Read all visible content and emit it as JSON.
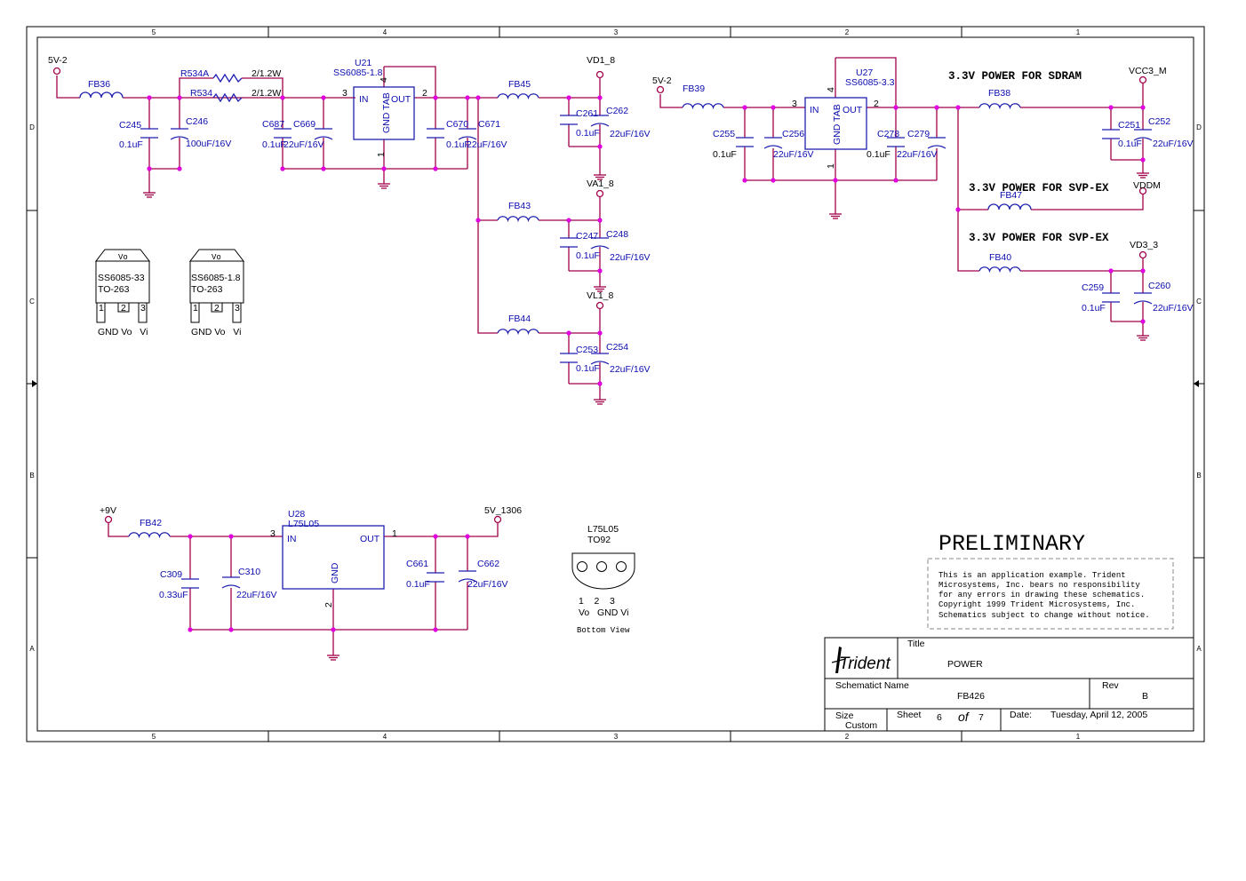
{
  "border": {
    "columns": [
      "5",
      "4",
      "3",
      "2",
      "1"
    ],
    "rows": [
      "D",
      "C",
      "B",
      "A"
    ]
  },
  "nets": {
    "in_5v_left": "5V-2",
    "vd1_8": "VD1_8",
    "va1_8": "VA1_8",
    "vl1_8": "VL1_8",
    "in_5v_right": "5V-2",
    "vcc3_m": "VCC3_M",
    "vddm": "VDDM",
    "vd3_3": "VD3_3",
    "in_9v": "+9V",
    "out_5v": "5V_1306"
  },
  "headings": {
    "sdram": "3.3V POWER FOR SDRAM",
    "svp1": "3.3V POWER FOR SVP-EX",
    "svp2": "3.3V POWER FOR SVP-EX"
  },
  "regulators": {
    "u21": {
      "ref": "U21",
      "part": "SS6085-1.8",
      "in": "IN",
      "out": "OUT",
      "gnd": "GND TAB",
      "p1": "1",
      "p2": "2",
      "p3": "3",
      "p4": "4"
    },
    "u27": {
      "ref": "U27",
      "part": "SS6085-3.3",
      "in": "IN",
      "out": "OUT",
      "gnd": "GND TAB",
      "p1": "1",
      "p2": "2",
      "p3": "3",
      "p4": "4"
    },
    "u28": {
      "ref": "U28",
      "part": "L75L05",
      "in": "IN",
      "out": "OUT",
      "gnd": "GND",
      "p1": "1",
      "p2": "2",
      "p3": "3"
    }
  },
  "parts": {
    "fb36": "FB36",
    "r534a": "R534A",
    "r534a_v": "2/1.2W",
    "r534": "R534",
    "r534_v": "2/1.2W",
    "c245": "C245",
    "c245_v": "0.1uF",
    "c246": "C246",
    "c246_v": "100uF/16V",
    "c687": "C687",
    "c687_v": "0.1uF",
    "c669": "C669",
    "c669_v": "22uF/16V",
    "c670": "C670",
    "c670_v": "0.1uF",
    "c671": "C671",
    "c671_v": "22uF/16V",
    "fb45": "FB45",
    "c261": "C261",
    "c261_v": "0.1uF",
    "c262": "C262",
    "c262_v": "22uF/16V",
    "fb43": "FB43",
    "c247": "C247",
    "c247_v": "0.1uF",
    "c248": "C248",
    "c248_v": "22uF/16V",
    "fb44": "FB44",
    "c253": "C253",
    "c253_v": "0.1uF",
    "c254": "C254",
    "c254_v": "22uF/16V",
    "fb39": "FB39",
    "c255": "C255",
    "c255_v": "0.1uF",
    "c256": "C256",
    "c256_v": "22uF/16V",
    "c278": "C278",
    "c278_v": "0.1uF",
    "c279": "C279",
    "c279_v": "22uF/16V",
    "fb38": "FB38",
    "c251": "C251",
    "c251_v": "0.1uF",
    "c252": "C252",
    "c252_v": "22uF/16V",
    "fb47": "FB47",
    "fb40": "FB40",
    "c259": "C259",
    "c259_v": "0.1uF",
    "c260": "C260",
    "c260_v": "22uF/16V",
    "fb42": "FB42",
    "c309": "C309",
    "c309_v": "0.33uF",
    "c310": "C310",
    "c310_v": "22uF/16V",
    "c661": "C661",
    "c661_v": "0.1uF",
    "c662": "C662",
    "c662_v": "22uF/16V"
  },
  "packages": {
    "pkg1": {
      "tab": "Vo",
      "name": "SS6085-33",
      "pkg": "TO-263",
      "pins": [
        "1",
        "2",
        "3"
      ],
      "pin_names": "GND Vo   Vi"
    },
    "pkg2": {
      "tab": "Vo",
      "name": "SS6085-1.8",
      "pkg": "TO-263",
      "pins": [
        "1",
        "2",
        "3"
      ],
      "pin_names": "GND Vo   Vi"
    },
    "to92": {
      "name": "L75L05",
      "pkg": "TO92",
      "pins": "1    2    3",
      "pin_names": "Vo   GND Vi",
      "view": "Bottom View"
    }
  },
  "notice": {
    "heading": "PRELIMINARY",
    "lines": [
      "This is an application example.  Trident",
      "Microsystems, Inc. bears no responsibility",
      "for any errors in drawing these schematics.",
      "Copyright 1999 Trident Microsystems, Inc.",
      "Schematics subject to change without notice."
    ]
  },
  "title_block": {
    "logo": "Trident",
    "title_label": "Title",
    "title": "POWER",
    "schem_label": "Schematict Name",
    "schem": "FB426",
    "rev_label": "Rev",
    "rev": "B",
    "size_label": "Size",
    "size": "Custom",
    "sheet_label": "Sheet",
    "sheet": "6",
    "of": "of",
    "total": "7",
    "date_label": "Date:",
    "date": "Tuesday, April 12, 2005"
  },
  "colors": {
    "wire": "#a1004a",
    "component": "#1f1fb0",
    "junction": "#e000e0",
    "text": "#0b0bb0"
  }
}
